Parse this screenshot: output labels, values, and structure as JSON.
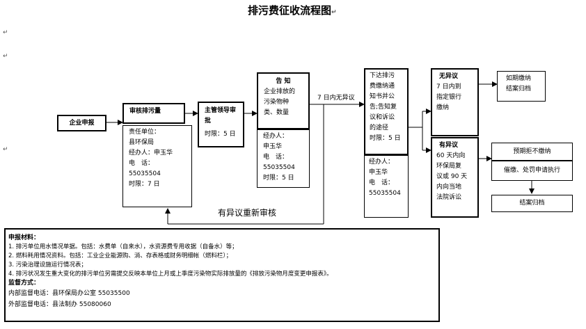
{
  "title": "排污费征收流程图",
  "para_mark": "↵",
  "nodes": {
    "apply": "企业申报",
    "review": "审核排污量",
    "review_details": [
      "责任单位：",
      "县环保局",
      "经办人：申玉华",
      "电　话：",
      "55035504",
      "时限：7 日"
    ],
    "approve": "主管领导审批",
    "approve_time": "时限：5 日",
    "notify_title": "告 知",
    "notify_lines": [
      "企业排放的",
      "污染物种",
      "类、数量"
    ],
    "notify_details": [
      "经办人：",
      "申玉华",
      "电　话：",
      "55035504",
      "时限：5 日"
    ],
    "label_no_objection_7days": "7 日内无异议",
    "issue_lines": [
      "下达排污",
      "费缴纳通",
      "知书并公",
      "告;告知复",
      "议和诉讼",
      "的途径",
      "时限：5 日"
    ],
    "issue_details": [
      "经办人：",
      "申玉华",
      "电　话：",
      "55035504"
    ],
    "no_objection_title": "无异议",
    "no_objection_lines": [
      "7 日内到",
      "指定银行",
      "缴纳"
    ],
    "pay_on_time": [
      "如期缴纳",
      "结案归档"
    ],
    "objection_title": "有异议",
    "objection_lines": [
      "60 天内向",
      "环保局复",
      "议或 90 天",
      "内向当地",
      "法院诉讼"
    ],
    "overdue": "预期拒不缴纳",
    "collect": "催缴、处罚申请执行",
    "close": "结案归档",
    "reaudit_label": "有异议重新审核"
  },
  "materials": {
    "heading": "申报材料：",
    "items": [
      "1. 排污单位用水情况单据。包括：水费单（自来水），水资源费专用收据（自备水）等；",
      "2. 燃料耗用情况资料。包括：工业企业能源购、消、存表格或财务明细帐（燃料栏）；",
      "3. 污染治理设施运行情况表；",
      "4. 排污状况发生重大变化的排污单位另需提交反映本单位上月或上季度污染物实际排放量的《排放污染物月度变更申报表》。"
    ],
    "supervision_heading": "监督方式：",
    "internal": "内部监督电话：县环保局办公室 55035500",
    "external": "外部监督电话：县法制办 55080060"
  }
}
